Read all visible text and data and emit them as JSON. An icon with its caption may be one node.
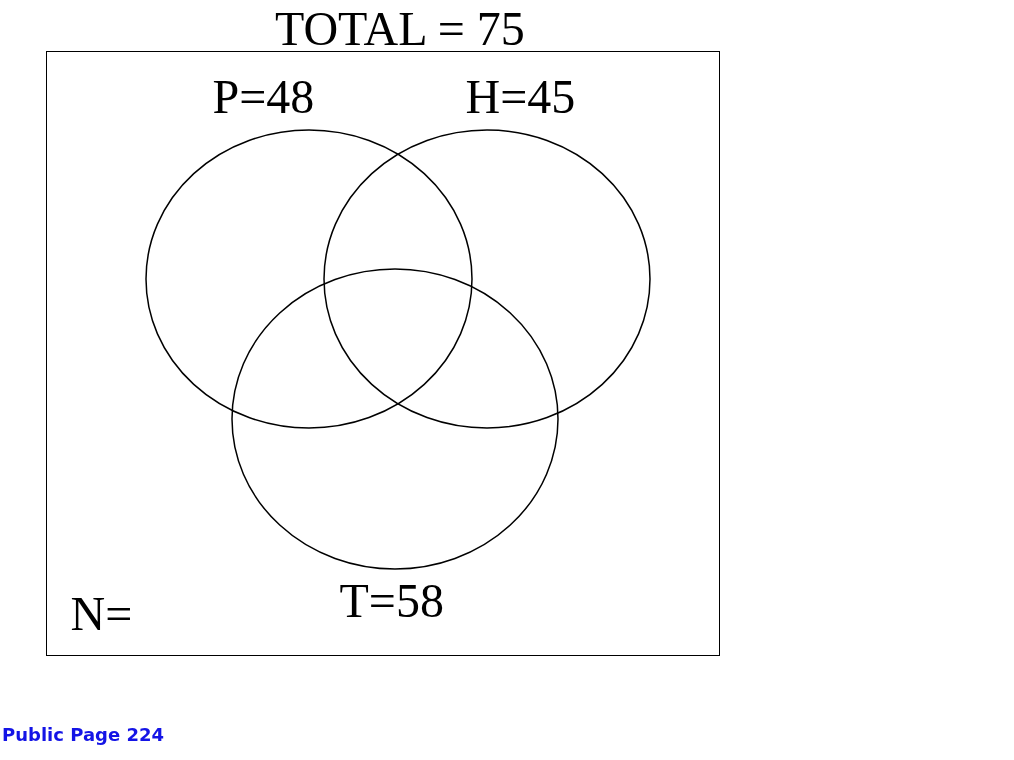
{
  "diagram": {
    "title": "TOTAL = 75",
    "nodes": [
      {
        "text": [
          "N="
        ]
      },
      {
        "text": [
          "P=48"
        ],
        "in": 0
      },
      {
        "text": [
          "H=45"
        ],
        "in": 0
      },
      {
        "text": [
          "T=58"
        ],
        "in": 0
      }
    ],
    "edges": [],
    "labels": [
      "Public Page 224"
    ]
  }
}
